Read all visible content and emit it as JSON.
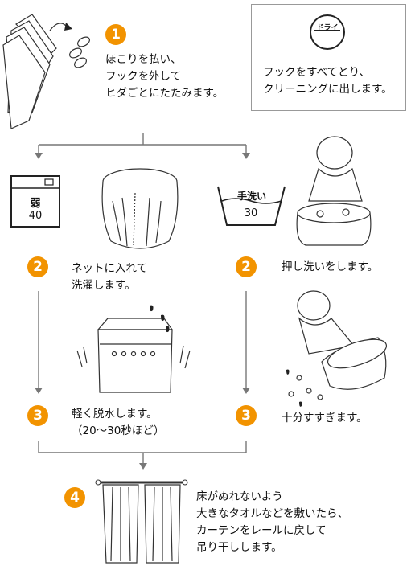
{
  "steps": {
    "s1": {
      "badge": "1",
      "lines": [
        "ほこりを払い、",
        "フックを外して",
        "ヒダごとにたたみます。"
      ]
    },
    "dry": {
      "symbol_label": "ドライ",
      "lines": [
        "フックをすべてとり、",
        "クリーニングに出します。"
      ]
    },
    "machine_symbol": {
      "label": "弱",
      "temp": "40"
    },
    "hand_symbol": {
      "label": "手洗い",
      "temp": "30"
    },
    "s2_machine": {
      "badge": "2",
      "lines": [
        "ネットに入れて",
        "洗濯します。"
      ]
    },
    "s2_hand": {
      "badge": "2",
      "lines": [
        "押し洗いをします。"
      ]
    },
    "s3_machine": {
      "badge": "3",
      "lines": [
        "軽く脱水します。",
        "（20〜30秒ほど）"
      ]
    },
    "s3_hand": {
      "badge": "3",
      "lines": [
        "十分すすぎます。"
      ]
    },
    "s4": {
      "badge": "4",
      "lines": [
        "床がぬれないよう",
        "大きなタオルなどを敷いたら、",
        "カーテンをレールに戻して",
        "吊り干しします。"
      ]
    }
  },
  "colors": {
    "badge": "#f29300",
    "connector": "#777777"
  }
}
